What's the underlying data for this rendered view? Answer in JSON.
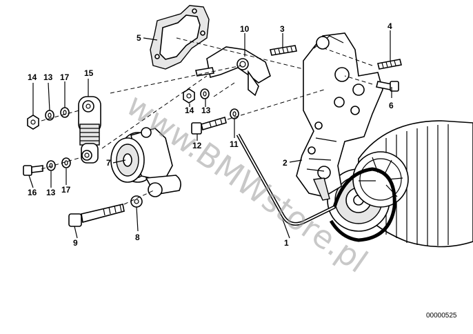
{
  "diagram": {
    "part_number": "00000525",
    "watermark": "www.BMWstore.pl",
    "callouts": {
      "c1": "1",
      "c2": "2",
      "c3": "3",
      "c4": "4",
      "c5": "5",
      "c6": "6",
      "c7": "7",
      "c8": "8",
      "c9": "9",
      "c10": "10",
      "c11": "11",
      "c12": "12",
      "c13a": "13",
      "c13b": "13",
      "c13c": "13",
      "c14a": "14",
      "c14b": "14",
      "c15": "15",
      "c16": "16",
      "c17a": "17",
      "c17b": "17"
    }
  }
}
